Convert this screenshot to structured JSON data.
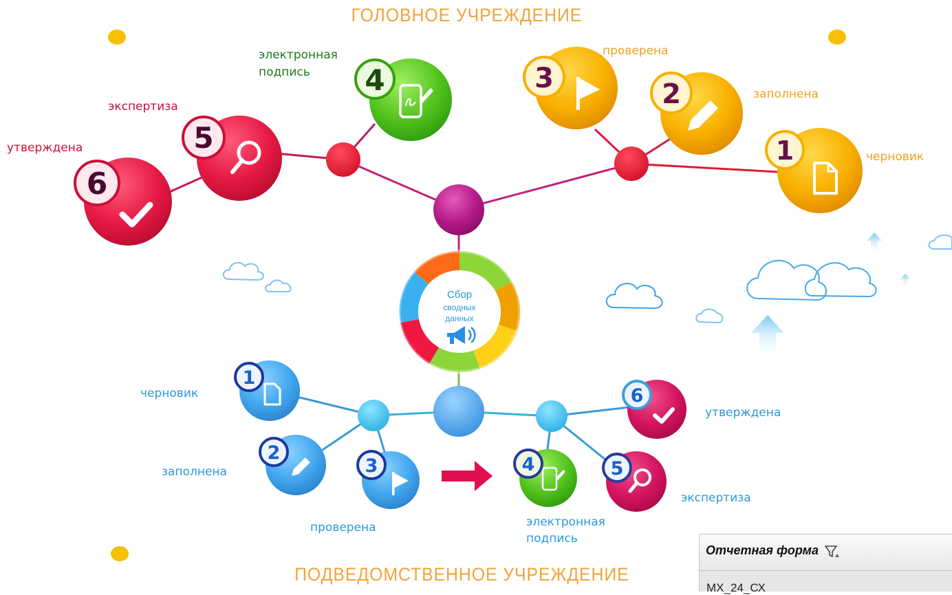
{
  "titles": {
    "top": "ГОЛОВНОЕ УЧРЕЖДЕНИЕ",
    "bottom": "ПОДВЕДОМСТВЕННОЕ УЧРЕЖДЕНИЕ"
  },
  "center": {
    "lines": [
      "Сбор",
      "сводных",
      "данных"
    ],
    "icon": "megaphone-icon"
  },
  "top_steps": [
    {
      "num": "1",
      "label": "черновик",
      "icon": "document-icon"
    },
    {
      "num": "2",
      "label": "заполнена",
      "icon": "pencil-icon"
    },
    {
      "num": "3",
      "label": "проверена",
      "icon": "flag-icon"
    },
    {
      "num": "4",
      "label_lines": [
        "электронная",
        "подпись"
      ],
      "icon": "phone-signature-icon"
    },
    {
      "num": "5",
      "label": "экспертиза",
      "icon": "magnifier-icon"
    },
    {
      "num": "6",
      "label": "утверждена",
      "icon": "checkmark-icon"
    }
  ],
  "bottom_steps": [
    {
      "num": "1",
      "label": "черновик",
      "icon": "document-icon"
    },
    {
      "num": "2",
      "label": "заполнена",
      "icon": "pencil-icon"
    },
    {
      "num": "3",
      "label": "проверена",
      "icon": "flag-icon"
    },
    {
      "num": "4",
      "label_lines": [
        "электронная",
        "подпись"
      ],
      "icon": "phone-signature-icon"
    },
    {
      "num": "5",
      "label": "экспертиза",
      "icon": "magnifier-icon"
    },
    {
      "num": "6",
      "label": "утверждена",
      "icon": "checkmark-icon"
    }
  ],
  "panel": {
    "column_title": "Отчетная форма",
    "row_value": "МХ_24_СХ",
    "filter_icon": "filter-icon"
  },
  "colors": {
    "orange": "#f5a400",
    "red": "#e0113a",
    "crimson": "#c81050",
    "green": "#4cbc20",
    "blue": "#3aa2ee",
    "gold_line": "#f5b800",
    "purple": "#a81a7a"
  }
}
